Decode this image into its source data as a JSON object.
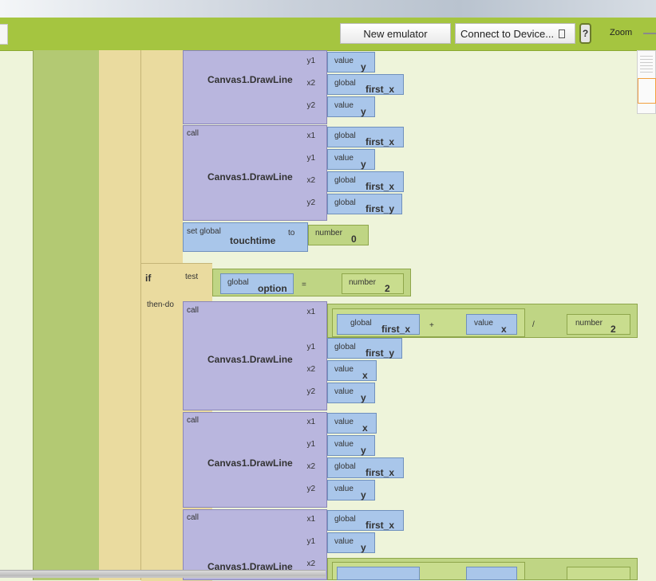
{
  "toolbar": {
    "new_emulator_label": "New emulator",
    "connect_label": "Connect to Device...",
    "help_label": "?",
    "zoom_label": "Zoom"
  },
  "blocks": {
    "drawline_title": "Canvas1.DrawLine",
    "call_label": "call",
    "x1": "x1",
    "y1": "y1",
    "x2": "x2",
    "y2": "y2",
    "value_label": "value",
    "global_label": "global",
    "number_label": "number",
    "var_x": "x",
    "var_y": "y",
    "var_first_x": "first_x",
    "var_first_y": "first_y",
    "set_global_label": "set global",
    "touchtime": "touchtime",
    "to_label": "to",
    "zero": "0",
    "two": "2",
    "if_label": "if",
    "test_label": "test",
    "then_do_label": "then-do",
    "option": "option",
    "eq": "=",
    "plus": "+",
    "div": "/"
  },
  "colors": {
    "toolbar": "#a5c540",
    "workspace": "#eef4da",
    "procedure_block": "#b9b6de",
    "variable_block": "#a9c6ea",
    "math_block": "#bfd584",
    "control_block": "#eadb9f"
  }
}
